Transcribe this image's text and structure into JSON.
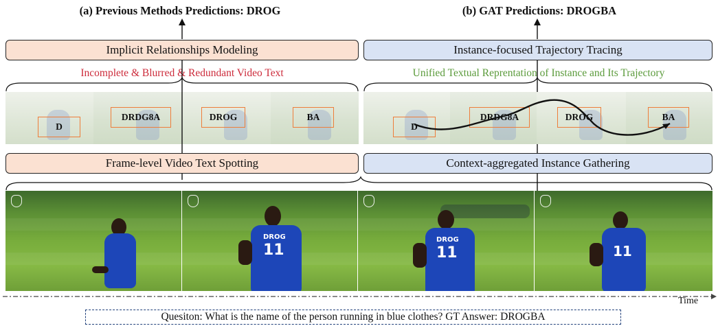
{
  "left": {
    "title": "(a) Previous Methods Predictions: DROG",
    "top_box": "Implicit Relationships Modeling",
    "subtitle": "Incomplete & Blurred & Redundant Video Text",
    "bottom_box": "Frame-level Video Text Spotting",
    "texts": [
      "D",
      "DRDG8A",
      "DROG",
      "BA"
    ]
  },
  "right": {
    "title": "(b) GAT Predictions: DROGBA",
    "top_box": "Instance-focused Trajectory Tracing",
    "subtitle": "Unified Textual Reprentation of Instance and Its Trajectory",
    "bottom_box": "Context-aggregated Instance Gathering",
    "texts": [
      "D",
      "DRDG8A",
      "DROG",
      "BA"
    ]
  },
  "jersey": {
    "name": "DROG",
    "number": "11"
  },
  "time_label": "Time",
  "question": "Quesiton: What is the name of the person running in blue clothes?   GT Answer: DROGBA",
  "colors": {
    "orange_box": "#fbe1d2",
    "blue_box": "#d9e3f4",
    "text_box_border": "#ee7d3a",
    "red_subtitle": "#cc2a3a",
    "green_subtitle": "#5a9a3a",
    "question_border": "#1f3f7a",
    "jersey": "#1d46b8"
  },
  "icons": [
    "arrow-up-icon",
    "curly-brace-icon",
    "trajectory-curve-icon",
    "premier-league-logo-icon",
    "player-figure-icon"
  ]
}
